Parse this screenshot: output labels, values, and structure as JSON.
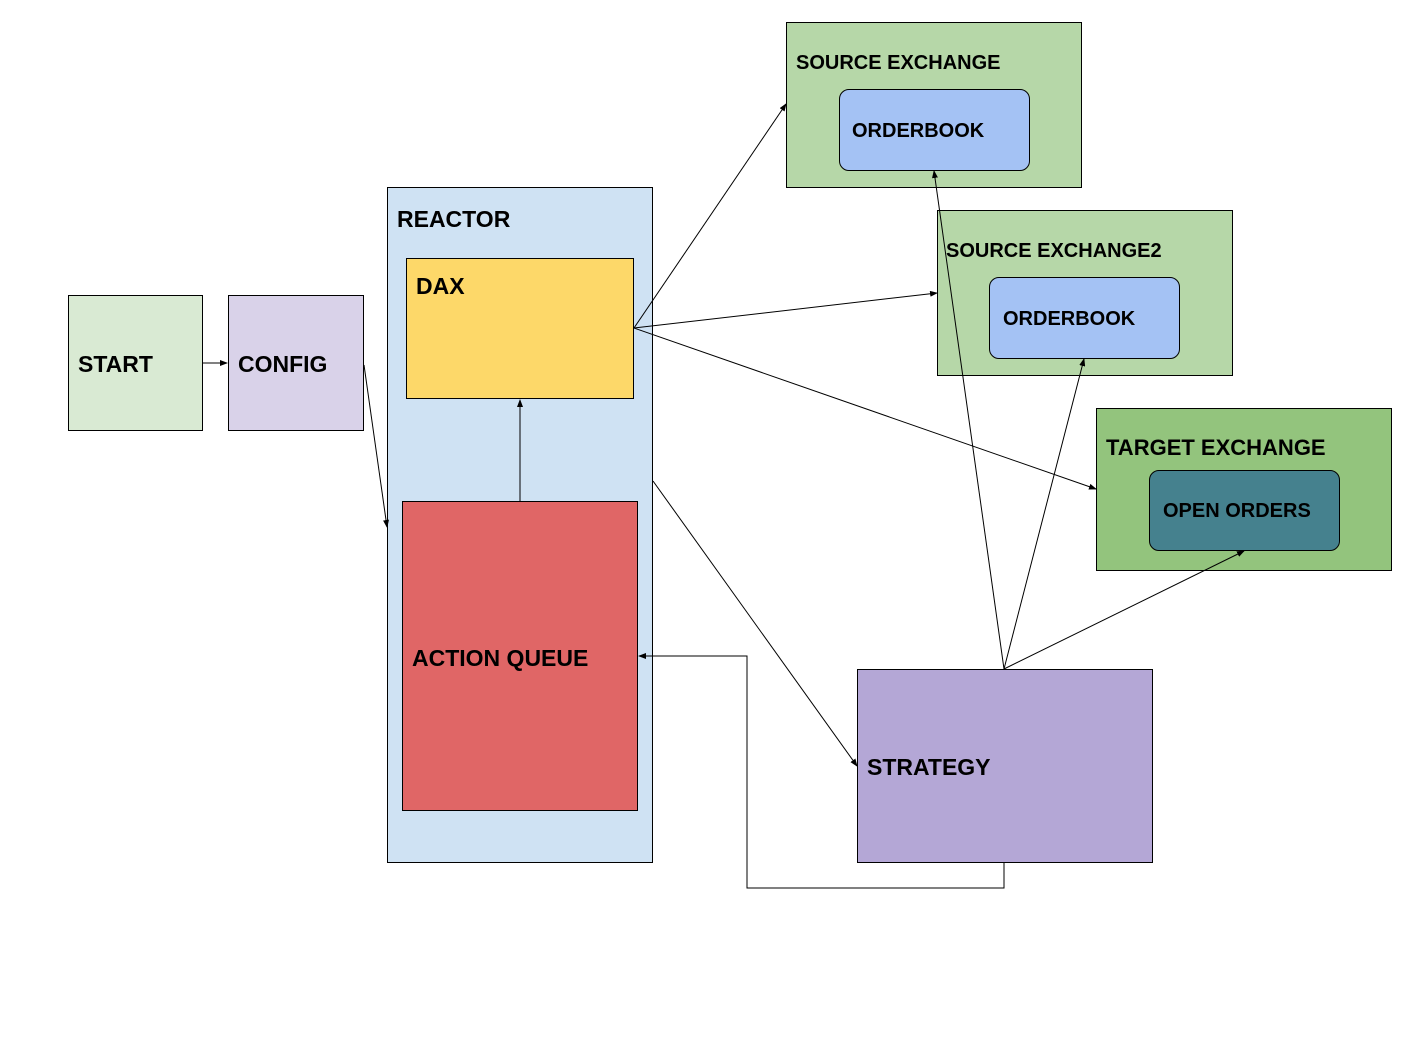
{
  "nodes": {
    "start": "START",
    "config": "CONFIG",
    "reactor": "REACTOR",
    "dax": "DAX",
    "action_queue": "ACTION QUEUE",
    "source_exchange": "SOURCE EXCHANGE",
    "source_exchange_orderbook": "ORDERBOOK",
    "source_exchange2": "SOURCE EXCHANGE2",
    "source_exchange2_orderbook": "ORDERBOOK",
    "target_exchange": "TARGET EXCHANGE",
    "open_orders": "OPEN ORDERS",
    "strategy": "STRATEGY"
  },
  "colors": {
    "start": "#d9ead3",
    "config": "#d9d2e9",
    "reactor": "#cfe2f3",
    "dax": "#fdd869",
    "action_queue": "#e06666",
    "source_exchange": "#b6d7a8",
    "orderbook": "#a4c2f4",
    "target_exchange": "#93c47d",
    "open_orders": "#45818e",
    "strategy": "#b4a7d6"
  }
}
